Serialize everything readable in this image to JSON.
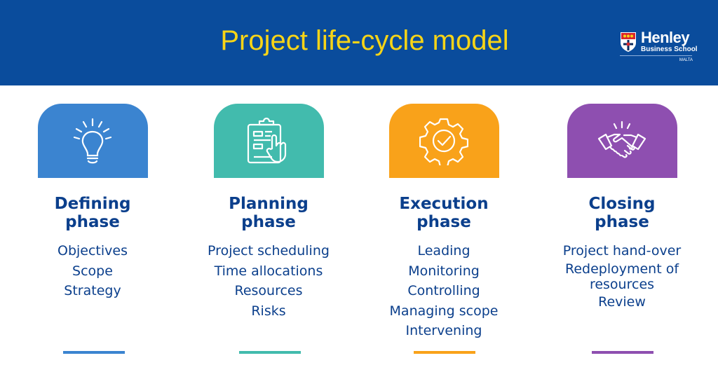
{
  "title": "Project life-cycle model",
  "logo": {
    "name": "Henley",
    "subtitle": "Business School",
    "location": "MALTA"
  },
  "colors": {
    "header": "#0a4c9c",
    "title": "#f7d417",
    "text": "#0b3f8c"
  },
  "phases": [
    {
      "heading_line1": "Defining",
      "heading_line2": "phase",
      "icon": "lightbulb-icon",
      "color": "#3b84d0",
      "items": [
        "Objectives",
        "Scope",
        "Strategy"
      ]
    },
    {
      "heading_line1": "Planning",
      "heading_line2": "phase",
      "icon": "clipboard-hand-icon",
      "color": "#42bbad",
      "items": [
        "Project scheduling",
        "Time allocations",
        "Resources",
        "Risks"
      ]
    },
    {
      "heading_line1": "Execution",
      "heading_line2": "phase",
      "icon": "gear-check-icon",
      "color": "#f9a21a",
      "items": [
        "Leading",
        "Monitoring",
        "Controlling",
        "Managing scope",
        "Intervening"
      ]
    },
    {
      "heading_line1": "Closing",
      "heading_line2": "phase",
      "icon": "handshake-icon",
      "color": "#8e4fb0",
      "items": [
        "Project hand-over",
        "Redeployment of resources",
        "Review"
      ]
    }
  ]
}
